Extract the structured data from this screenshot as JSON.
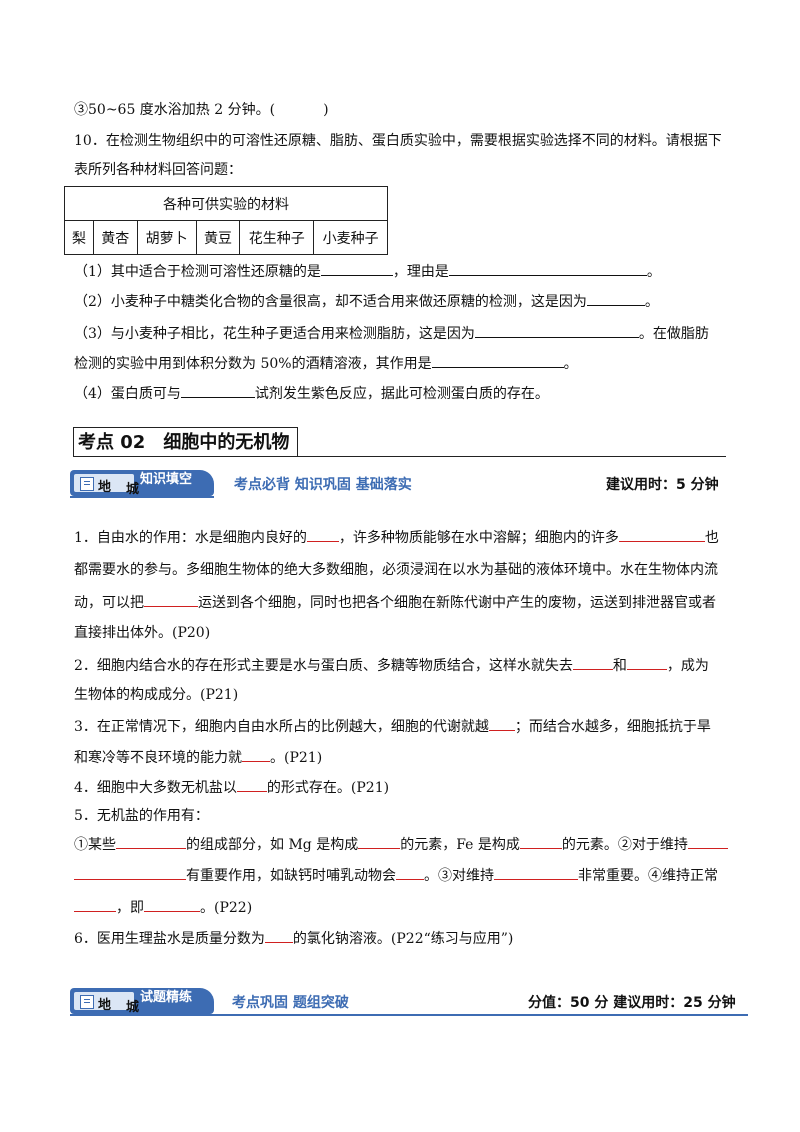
{
  "q9_item3": {
    "text": "③50~65 度水浴加热 2 分钟。(",
    "close": ")"
  },
  "q10": {
    "line1": "10．在检测生物组织中的可溶性还原糖、脂肪、蛋白质实验中，需要根据实验选择不同的材料。请根据下",
    "line2": "表所列各种材料回答问题：",
    "table": {
      "header": "各种可供实验的材料",
      "cells": [
        "梨",
        "黄杏",
        "胡萝卜",
        "黄豆",
        "花生种子",
        "小麦种子"
      ]
    },
    "sub1": {
      "a": "（1）其中适合于检测可溶性还原糖的是",
      "b": "，理由是",
      "c": "。"
    },
    "sub2": {
      "a": "（2）小麦种子中糖类化合物的含量很高，却不适合用来做还原糖的检测，这是因为",
      "b": "。"
    },
    "sub3": {
      "a": "（3）与小麦种子相比，花生种子更适合用来检测脂肪，这是因为",
      "b": "。在做脂肪",
      "c": "检测的实验中用到体积分数为 50%的酒精溶液，其作用是",
      "d": "。"
    },
    "sub4": {
      "a": "（4）蛋白质可与",
      "b": "试剂发生紫色反应，据此可检测蛋白质的存在。"
    }
  },
  "section": {
    "title": "考点 02　细胞中的无机物"
  },
  "banner1": {
    "di": "地",
    "chen": "城",
    "label": "知识填空",
    "subtitle": "考点必背  知识巩固  基础落实",
    "right": "建议用时：5 分钟"
  },
  "p1": {
    "a": "1．自由水的作用：水是细胞内良好的",
    "b": "，许多种物质能够在水中溶解；细胞内的许多",
    "c": "也",
    "d": "都需要水的参与。多细胞生物体的绝大多数细胞，必须浸润在以水为基础的液体环境中。水在生物体内流",
    "e": "动，可以把",
    "f": "运送到各个细胞，同时也把各个细胞在新陈代谢中产生的废物，运送到排泄器官或者",
    "g": "直接排出体外。(P20)"
  },
  "p2": {
    "a": "2．细胞内结合水的存在形式主要是水与蛋白质、多糖等物质结合，这样水就失去",
    "b": "和",
    "c": "，成为",
    "d": "生物体的构成成分。(P21)"
  },
  "p3": {
    "a": "3．在正常情况下，细胞内自由水所占的比例越大，细胞的代谢就越",
    "b": "；而结合水越多，细胞抵抗于旱",
    "c": "和寒冷等不良环境的能力就",
    "d": "。(P21)"
  },
  "p4": {
    "a": "4．细胞中大多数无机盐以",
    "b": "的形式存在。(P21)"
  },
  "p5": {
    "a": "5．无机盐的作用有：",
    "b1": "①某些",
    "b2": "的组成部分，如 Mg 是构成",
    "b3": "的元素，Fe 是构成",
    "b4": "的元素。②对于维持",
    "c1": "有重要作用，如缺钙时哺乳动物会",
    "c2": "。③对维持",
    "c3": "非常重要。④维持正常",
    "d1": "，即",
    "d2": "。(P22)"
  },
  "p6": {
    "a": "6．医用生理盐水是质量分数为",
    "b": "的氯化钠溶液。(P22“练习与应用”)"
  },
  "banner2": {
    "di": "地",
    "chen": "城",
    "label": "试题精练",
    "subtitle": "考点巩固  题组突破",
    "right": "分值：50 分    建议用时：25 分钟"
  }
}
